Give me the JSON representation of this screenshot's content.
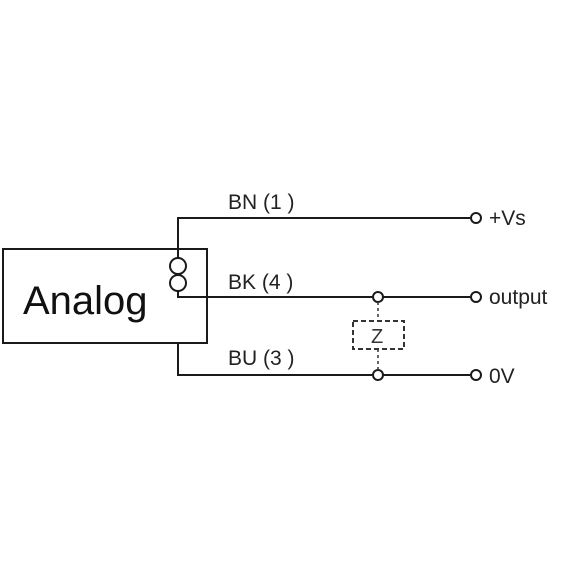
{
  "sensor": {
    "label": "Analog"
  },
  "wires": [
    {
      "name": "BN (1 )",
      "terminal": "+Vs"
    },
    {
      "name": "BK (4 )",
      "terminal": "output"
    },
    {
      "name": "BU (3 )",
      "terminal": "0V"
    }
  ],
  "load": {
    "label": "Z"
  }
}
